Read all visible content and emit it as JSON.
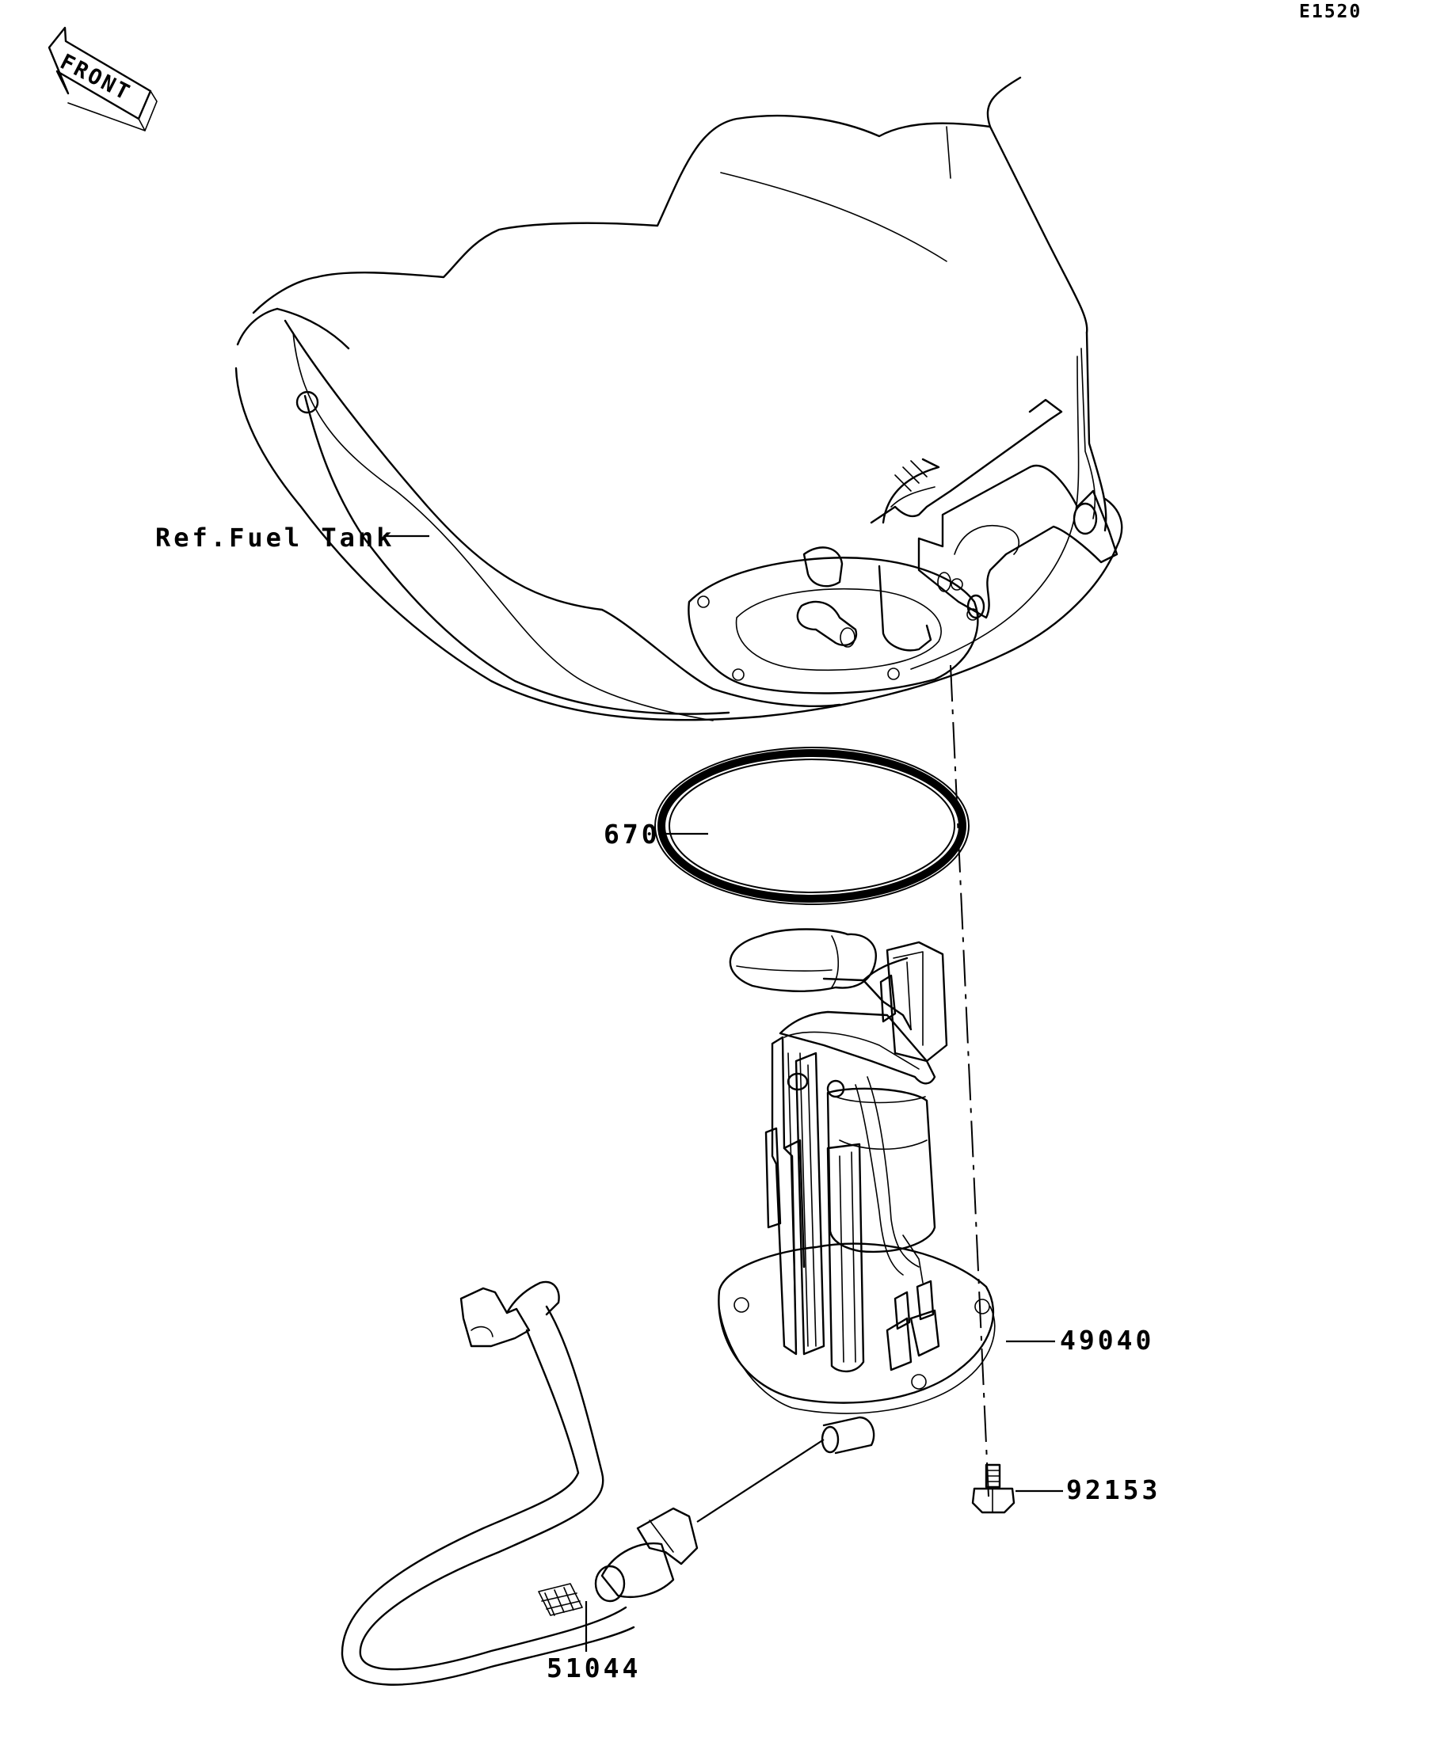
{
  "diagram_code": "E1520",
  "orientation": {
    "label": "FRONT",
    "icon": "front-direction-arrow-icon"
  },
  "reference_label": "Ref.Fuel Tank",
  "parts": [
    {
      "number": "670",
      "part": "gasket"
    },
    {
      "number": "49040",
      "part": "fuel-pump"
    },
    {
      "number": "92153",
      "part": "bolt"
    },
    {
      "number": "51044",
      "part": "fuel-hose"
    }
  ]
}
